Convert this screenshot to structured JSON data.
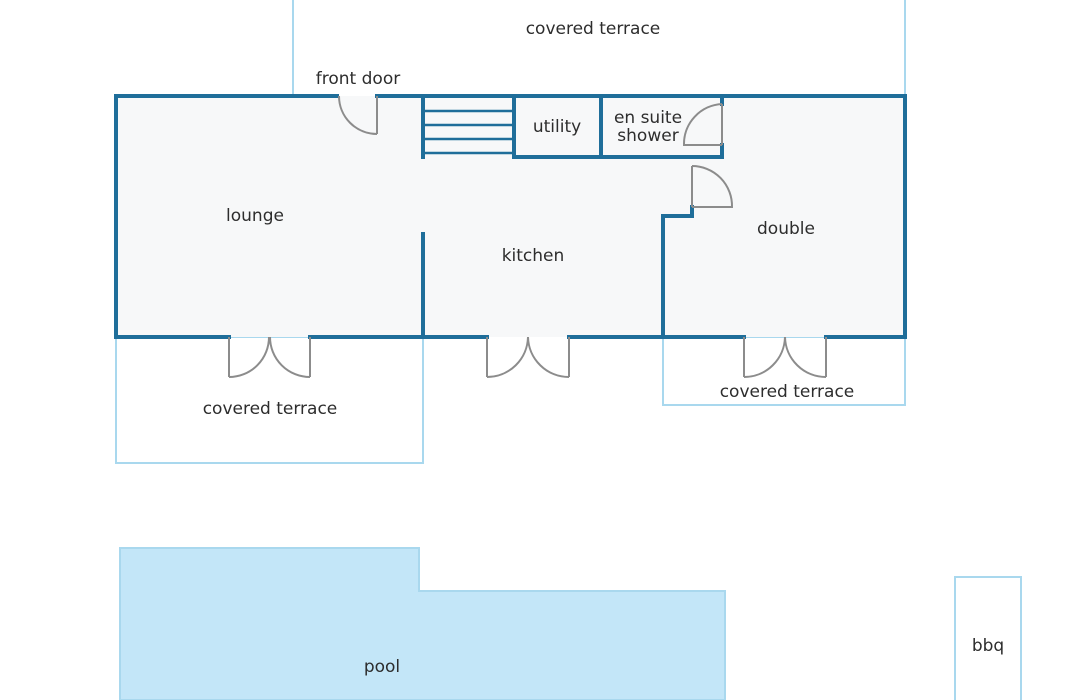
{
  "labels": {
    "covered_terrace_top": "covered terrace",
    "front_door": "front door",
    "utility": "utility",
    "en_suite_line1": "en suite",
    "en_suite_line2": "shower",
    "lounge": "lounge",
    "kitchen": "kitchen",
    "double": "double",
    "covered_terrace_left": "covered terrace",
    "covered_terrace_right": "covered terrace",
    "pool": "pool",
    "bbq": "bbq"
  },
  "colors": {
    "wall": "#1f6e9a",
    "terrace_outline": "#a9d8ee",
    "floor": "#f7f8f9",
    "pool_fill": "#c3e6f8",
    "door": "#8c8c8c",
    "text": "#2d2d2d"
  }
}
